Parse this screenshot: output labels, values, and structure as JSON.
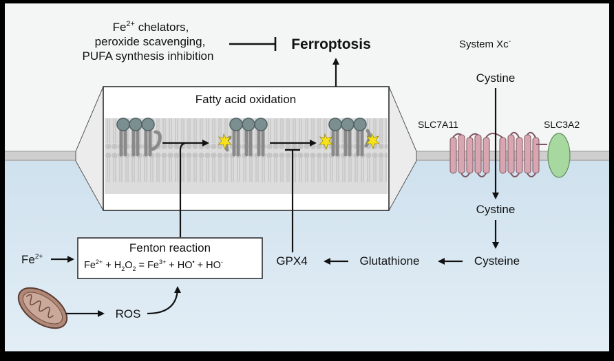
{
  "inhibitors": {
    "line1": "Fe",
    "line1_sup": "2+",
    "line1_rest": " chelators,",
    "line2": "peroxide scavenging,",
    "line3": "PUFA synthesis inhibition"
  },
  "ferroptosis": "Ferroptosis",
  "fatty_acid_oxidation": "Fatty acid oxidation",
  "system_xc": {
    "label": "System Xc",
    "sup": "-"
  },
  "slc7a11": "SLC7A11",
  "slc3a2": "SLC3A2",
  "cystine_top": "Cystine",
  "cystine_mid": "Cystine",
  "cysteine": "Cysteine",
  "glutathione": "Glutathione",
  "gpx4": "GPX4",
  "fenton": {
    "title": "Fenton reaction",
    "equation": {
      "fe2": "Fe",
      "fe2_sup": "2+",
      "plus1": " + H",
      "sub1": "2",
      "o": "O",
      "sub2": "2",
      "eq": " = Fe",
      "fe3_sup": "3+",
      "plus2": " + HO",
      "dot": "•",
      "plus3": " + HO",
      "minus": "-"
    }
  },
  "fe_input": {
    "label": "Fe",
    "sup": "2+"
  },
  "ros": "ROS",
  "colors": {
    "cytoplasm": "#dbe9f3",
    "outside": "#f4f5f5",
    "membrane": "#c9c9c9",
    "lipid_head": "#7b8f91",
    "transporter": "#d7a6b0",
    "slc3a2": "#a6d8a0",
    "mitochondria": "#b08878",
    "spark": "#f7e21a"
  }
}
